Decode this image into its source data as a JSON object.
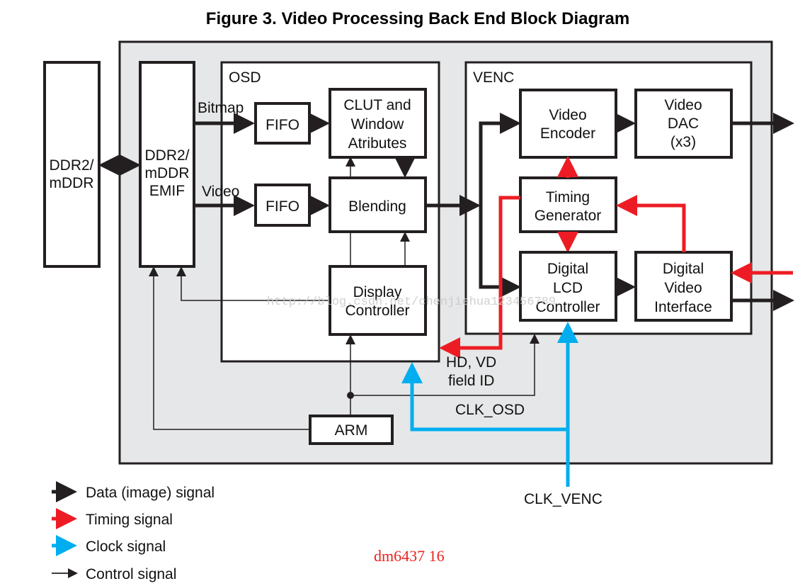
{
  "title": "Figure 3. Video Processing Back End Block Diagram",
  "colors": {
    "data": "#231f20",
    "timing": "#ed1c24",
    "clock": "#00aeef",
    "control": "#231f20",
    "background_block": "#e6e7e8"
  },
  "blocks": {
    "ddr_external": [
      "DDR2/",
      "mDDR"
    ],
    "emif": [
      "DDR2/",
      "mDDR",
      "EMIF"
    ],
    "osd_label": "OSD",
    "fifo_bitmap": "FIFO",
    "fifo_video": "FIFO",
    "clut": [
      "CLUT and",
      "Window",
      "Atributes"
    ],
    "blending": "Blending",
    "display_controller": [
      "Display",
      "Controller"
    ],
    "arm": "ARM",
    "venc_label": "VENC",
    "video_encoder": [
      "Video",
      "Encoder"
    ],
    "video_dac": [
      "Video",
      "DAC",
      "(x3)"
    ],
    "timing_generator": [
      "Timing",
      "Generator"
    ],
    "digital_lcd": [
      "Digital",
      "LCD",
      "Controller"
    ],
    "digital_video_interface": [
      "Digital",
      "Video",
      "Interface"
    ]
  },
  "signal_labels": {
    "bitmap": "Bitmap",
    "video": "Video",
    "hd_vd": "HD, VD",
    "field_id": "field ID",
    "clk_osd": "CLK_OSD",
    "clk_venc": "CLK_VENC"
  },
  "legend": [
    {
      "label": "Data (image) signal",
      "type": "data"
    },
    {
      "label": "Timing signal",
      "type": "timing"
    },
    {
      "label": "Clock signal",
      "type": "clock"
    },
    {
      "label": "Control signal",
      "type": "control"
    }
  ],
  "watermark": "http://blog.csdn.net/chenjiehua123456789",
  "footer_note": "dm6437 16"
}
